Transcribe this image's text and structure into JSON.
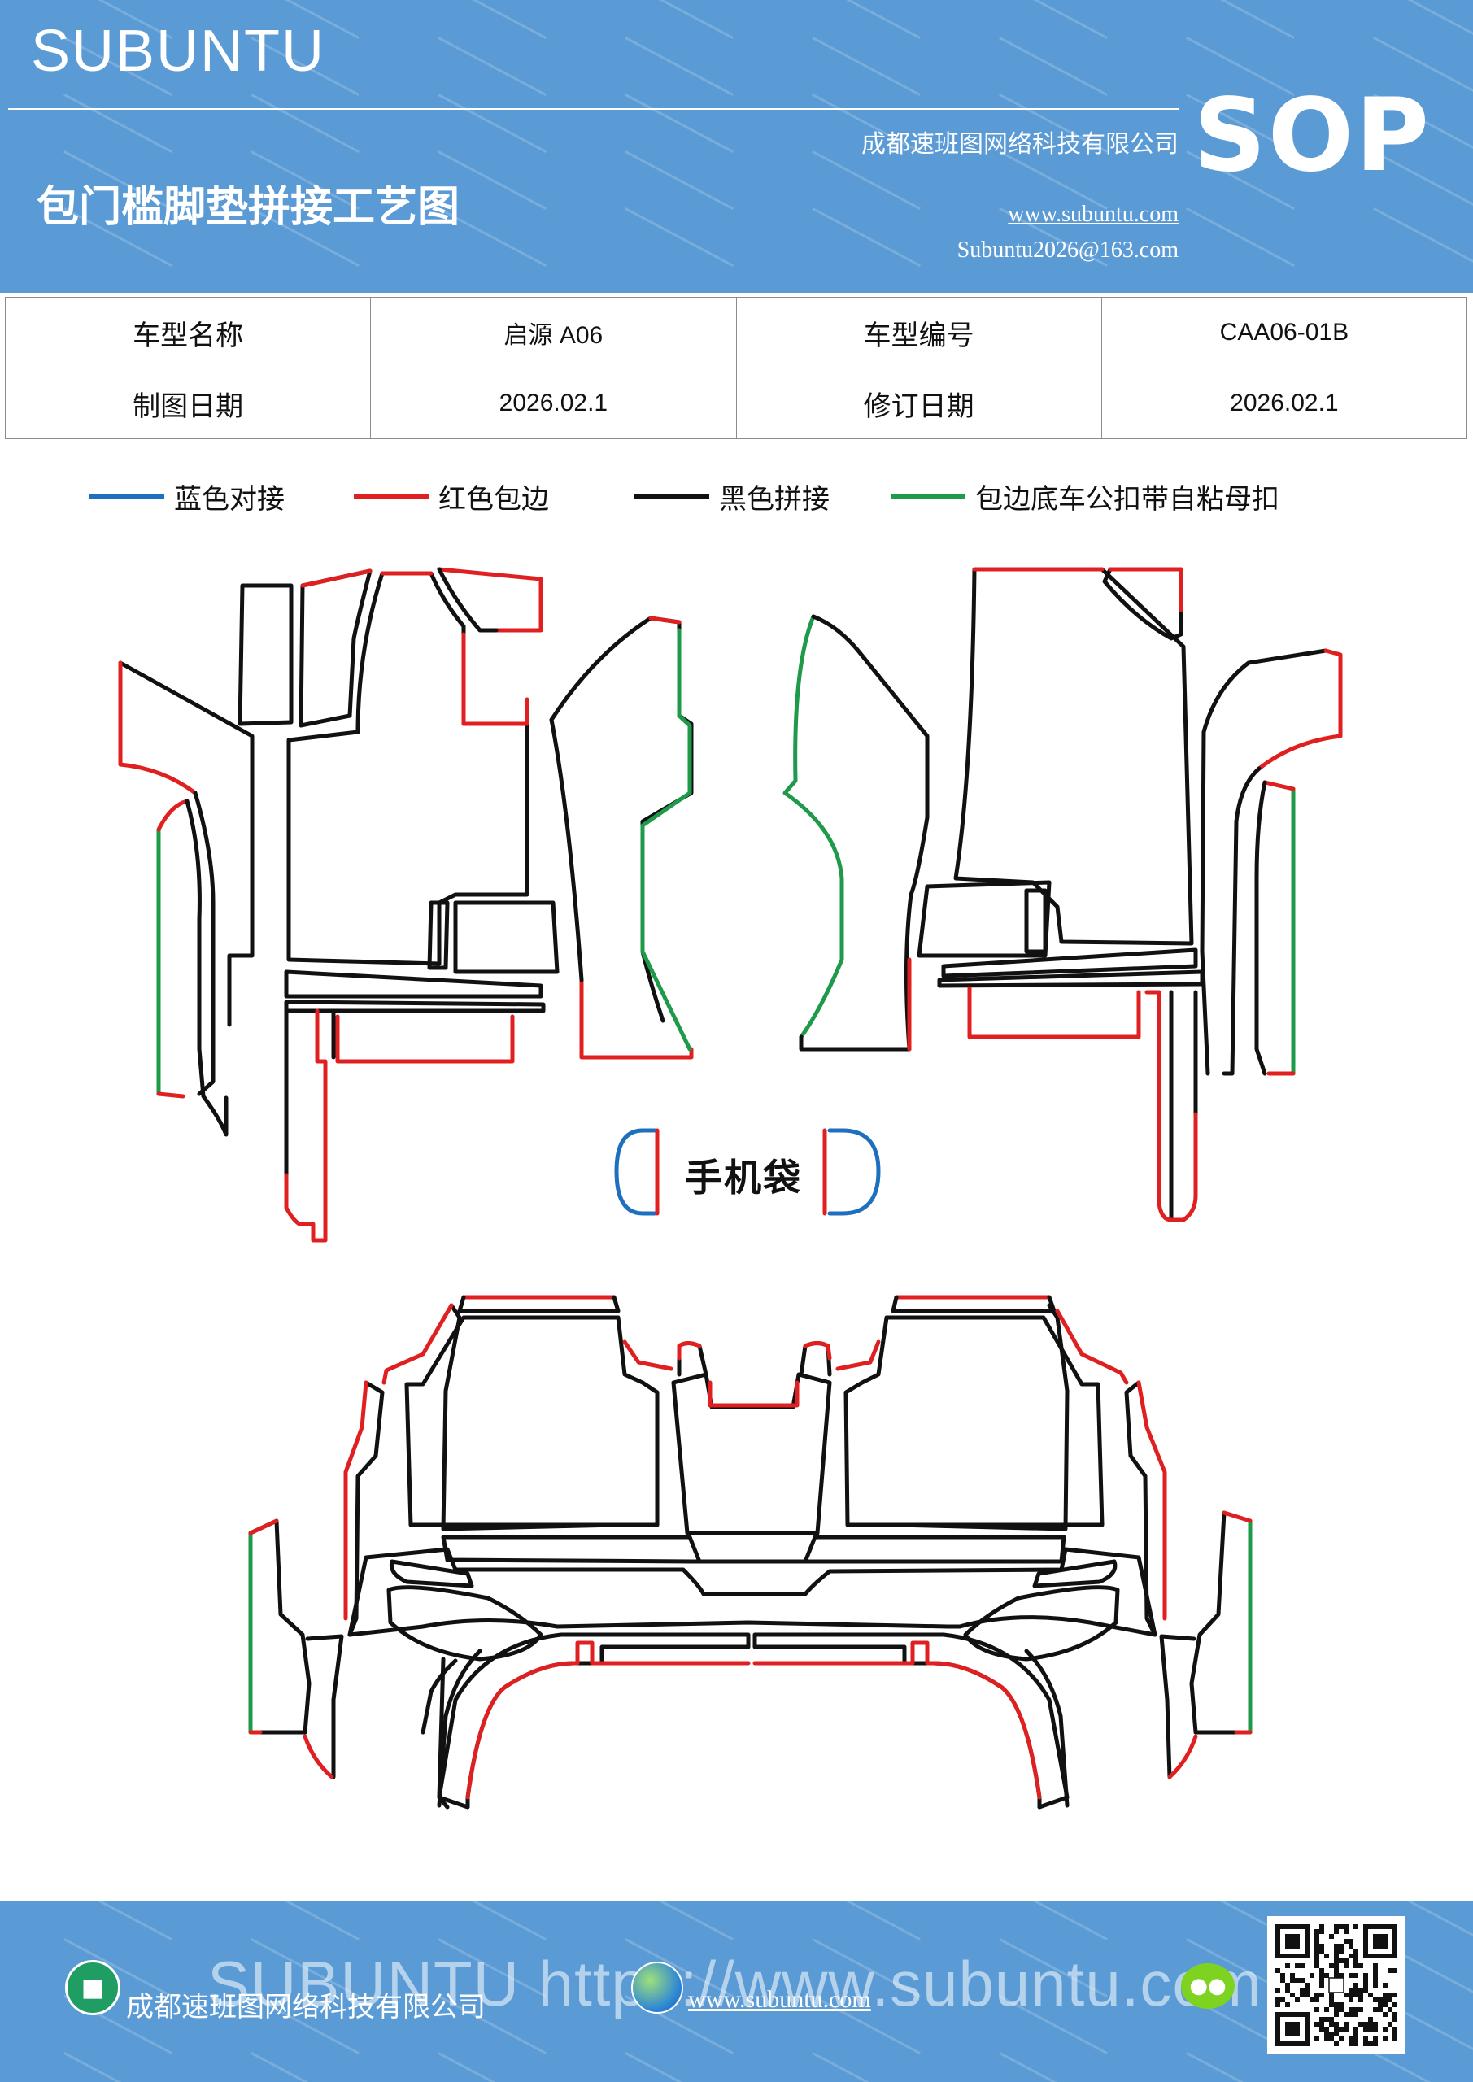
{
  "header": {
    "brand": "SUBUNTU",
    "title": "包门槛脚垫拼接工艺图",
    "company": "成都速班图网络科技有限公司",
    "website": "www.subuntu.com",
    "email": "Subuntu2026@163.com",
    "badge": "SOP"
  },
  "info_table": {
    "model_name_label": "车型名称",
    "model_name_value": "启源 A06",
    "model_code_label": "车型编号",
    "model_code_value": "CAA06-01B",
    "draw_date_label": "制图日期",
    "draw_date_value": "2026.02.1",
    "revision_date_label": "修订日期",
    "revision_date_value": "2026.02.1"
  },
  "legend": [
    {
      "label": "蓝色对接",
      "color": "#1f6fbf"
    },
    {
      "label": "红色包边",
      "color": "#e02020"
    },
    {
      "label": "黑色拼接",
      "color": "#111111"
    },
    {
      "label": "包边底车公扣带自粘母扣",
      "color": "#1e9a4a"
    }
  ],
  "diagram": {
    "pocket_label": "手机袋"
  },
  "footer": {
    "company": "成都速班图网络科技有限公司",
    "big_text": "SUBUNTU https://www.subuntu.com",
    "website": "www.subuntu.com"
  },
  "colors": {
    "header_bg": "#5b9bd5",
    "blue_joint": "#1f6fbf",
    "red_edge": "#e02020",
    "black_joint": "#111111",
    "green_edge": "#1e9a4a"
  }
}
